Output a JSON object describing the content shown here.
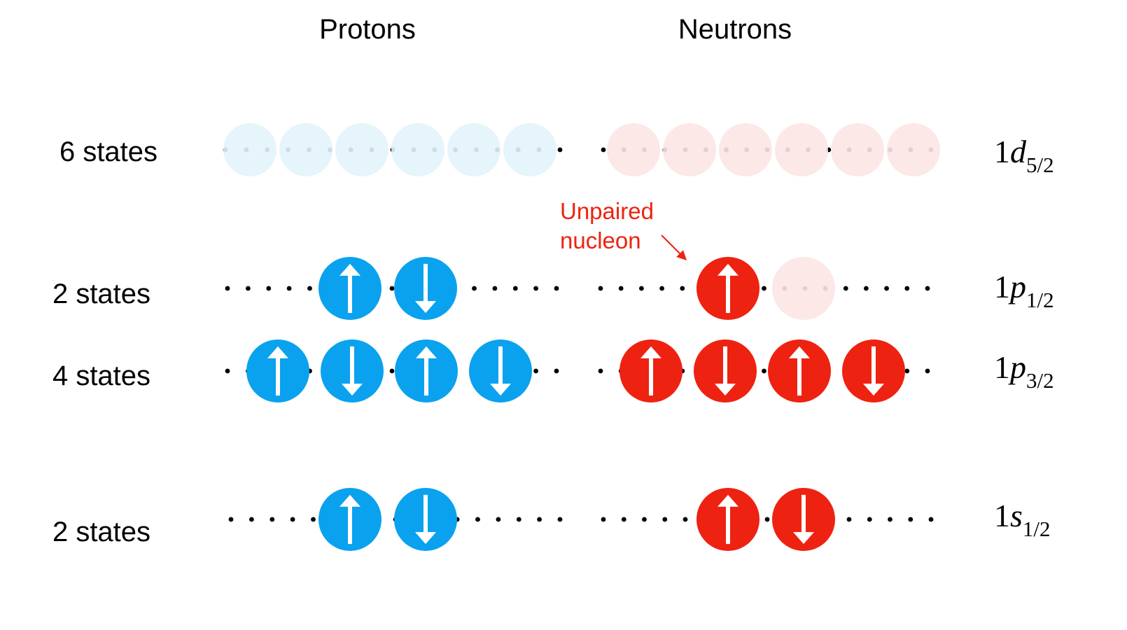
{
  "headers": {
    "protons": "Protons",
    "neutrons": "Neutrons"
  },
  "colors": {
    "proton": "#0aa2ee",
    "proton_empty": "#e3f3fb",
    "neutron": "#ee2211",
    "neutron_empty": "#fbe6e4",
    "dots": "#000000",
    "annotation": "#ee2211"
  },
  "annotation": {
    "line1": "Unpaired",
    "line2": "nucleon"
  },
  "shells": [
    {
      "id": "1d52",
      "count_label": "6 states",
      "orbital": {
        "n": "1",
        "l": "d",
        "j": "5/2"
      },
      "proton_slots": [
        "empty",
        "empty",
        "empty",
        "empty",
        "empty",
        "empty"
      ],
      "neutron_slots": [
        "empty",
        "empty",
        "empty",
        "empty",
        "empty",
        "empty"
      ]
    },
    {
      "id": "1p12",
      "count_label": "2 states",
      "orbital": {
        "n": "1",
        "l": "p",
        "j": "1/2"
      },
      "proton_slots": [
        "up",
        "down"
      ],
      "neutron_slots": [
        "up",
        "empty"
      ]
    },
    {
      "id": "1p32",
      "count_label": "4 states",
      "orbital": {
        "n": "1",
        "l": "p",
        "j": "3/2"
      },
      "proton_slots": [
        "up",
        "down",
        "up",
        "down"
      ],
      "neutron_slots": [
        "up",
        "down",
        "up",
        "down"
      ]
    },
    {
      "id": "1s12",
      "count_label": "2 states",
      "orbital": {
        "n": "1",
        "l": "s",
        "j": "1/2"
      },
      "proton_slots": [
        "up",
        "down"
      ],
      "neutron_slots": [
        "up",
        "down"
      ]
    }
  ]
}
